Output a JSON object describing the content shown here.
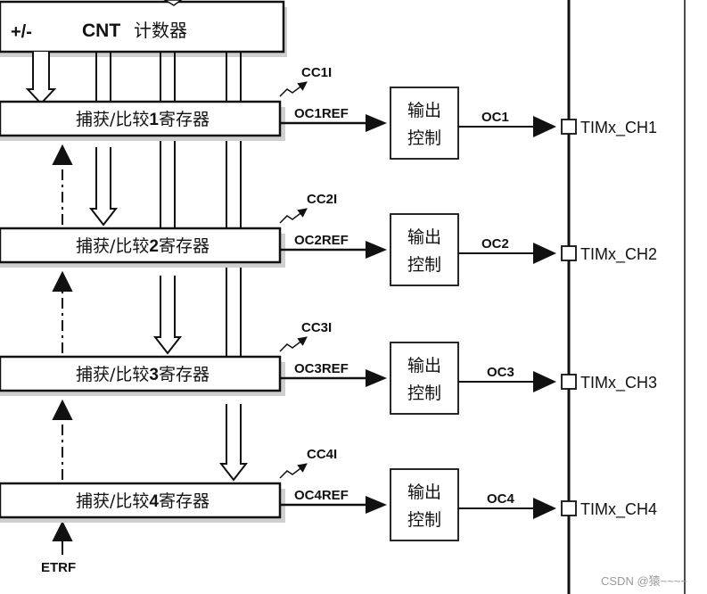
{
  "counter": {
    "sign": "+/-",
    "label_cnt": "CNT",
    "label_cn": "计数器"
  },
  "channels": [
    {
      "register_prefix": "捕获/比较",
      "register_num": "1",
      "register_suffix": "寄存器",
      "irq": "CC1I",
      "ref": "OC1REF",
      "ctrl_line1": "输出",
      "ctrl_line2": "控制",
      "oc": "OC1",
      "pin": "TIMx_CH1"
    },
    {
      "register_prefix": "捕获/比较",
      "register_num": "2",
      "register_suffix": "寄存器",
      "irq": "CC2I",
      "ref": "OC2REF",
      "ctrl_line1": "输出",
      "ctrl_line2": "控制",
      "oc": "OC2",
      "pin": "TIMx_CH2"
    },
    {
      "register_prefix": "捕获/比较",
      "register_num": "3",
      "register_suffix": "寄存器",
      "irq": "CC3I",
      "ref": "OC3REF",
      "ctrl_line1": "输出",
      "ctrl_line2": "控制",
      "oc": "OC3",
      "pin": "TIMx_CH3"
    },
    {
      "register_prefix": "捕获/比较",
      "register_num": "4",
      "register_suffix": "寄存器",
      "irq": "CC4I",
      "ref": "OC4REF",
      "ctrl_line1": "输出",
      "ctrl_line2": "控制",
      "oc": "OC4",
      "pin": "TIMx_CH4"
    }
  ],
  "etrf_label": "ETRF",
  "watermark": "CSDN @猿~~~~",
  "colors": {
    "stroke": "#111111",
    "box_fill": "#ffffff",
    "shadow": "#cfcfcf",
    "watermark": "#9a9a9a"
  }
}
